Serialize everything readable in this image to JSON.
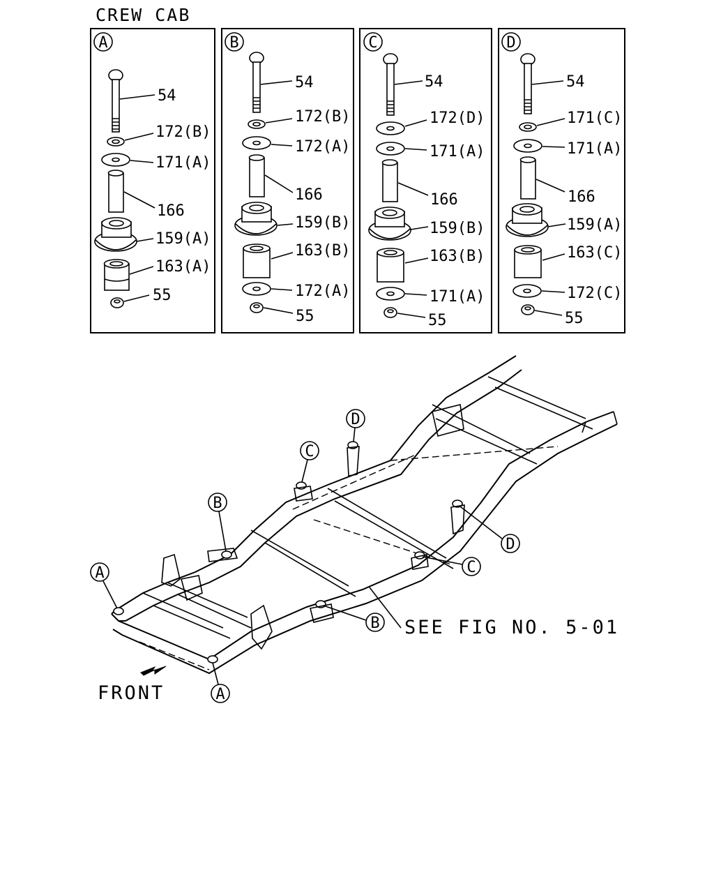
{
  "title": "CREW CAB",
  "panels": [
    {
      "id": "A",
      "parts": [
        "54",
        "172(B)",
        "171(A)",
        "166",
        "159(A)",
        "163(A)",
        "55"
      ]
    },
    {
      "id": "B",
      "parts": [
        "54",
        "172(B)",
        "172(A)",
        "166",
        "159(B)",
        "163(B)",
        "172(A)",
        "55"
      ]
    },
    {
      "id": "C",
      "parts": [
        "54",
        "172(D)",
        "171(A)",
        "166",
        "159(B)",
        "163(B)",
        "171(A)",
        "55"
      ]
    },
    {
      "id": "D",
      "parts": [
        "54",
        "171(C)",
        "171(A)",
        "166",
        "159(A)",
        "163(C)",
        "172(C)",
        "55"
      ]
    }
  ],
  "frame_callouts": [
    "A",
    "A",
    "B",
    "B",
    "C",
    "C",
    "D",
    "D"
  ],
  "see_fig": "SEE FIG NO. 5-01",
  "front_label": "FRONT"
}
